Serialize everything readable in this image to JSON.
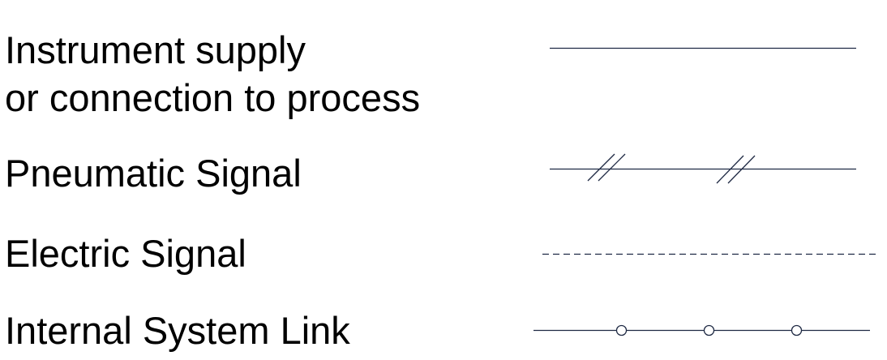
{
  "legend": {
    "items": [
      {
        "symbol": "solid-line",
        "label_lines": [
          "Instrument supply",
          "or connection to process"
        ]
      },
      {
        "symbol": "pneumatic-line",
        "label_lines": [
          "Pneumatic Signal"
        ]
      },
      {
        "symbol": "dashed-line",
        "label_lines": [
          "Electric Signal"
        ]
      },
      {
        "symbol": "circle-link-line",
        "label_lines": [
          "Internal System Link"
        ]
      }
    ]
  },
  "colors": {
    "text": "#000000",
    "symbol_stroke": "#1f2a44",
    "background": "#ffffff"
  }
}
